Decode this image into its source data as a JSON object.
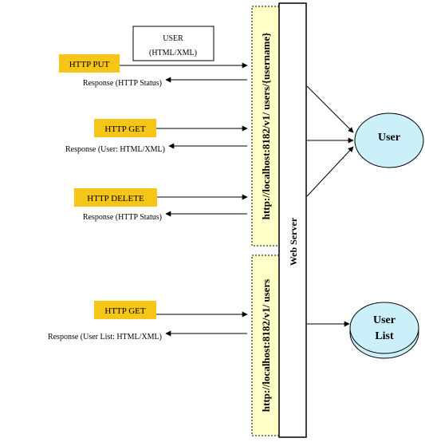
{
  "payload_box": {
    "line1": "USER",
    "line2": "(HTML/XML)"
  },
  "requests": [
    {
      "method": "HTTP PUT",
      "response": "Response (HTTP Status)"
    },
    {
      "method": "HTTP GET",
      "response": "Response (User: HTML/XML)"
    },
    {
      "method": "HTTP DELETE",
      "response": "Response (HTTP Status)"
    },
    {
      "method": "HTTP GET",
      "response": "Response (User List: HTML/XML)"
    }
  ],
  "endpoints": {
    "user": "http://localhost:8182/v1/ users/{username}",
    "users": "http://localhost:8182/v1/ users"
  },
  "web_server": "Web Server",
  "resources": {
    "user": "User",
    "user_list_line1": "User",
    "user_list_line2": "List"
  },
  "colors": {
    "method_fill": "#F5C518",
    "endpoint_fill": "#FFFFC8",
    "resource_fill": "#CCF0FA"
  }
}
